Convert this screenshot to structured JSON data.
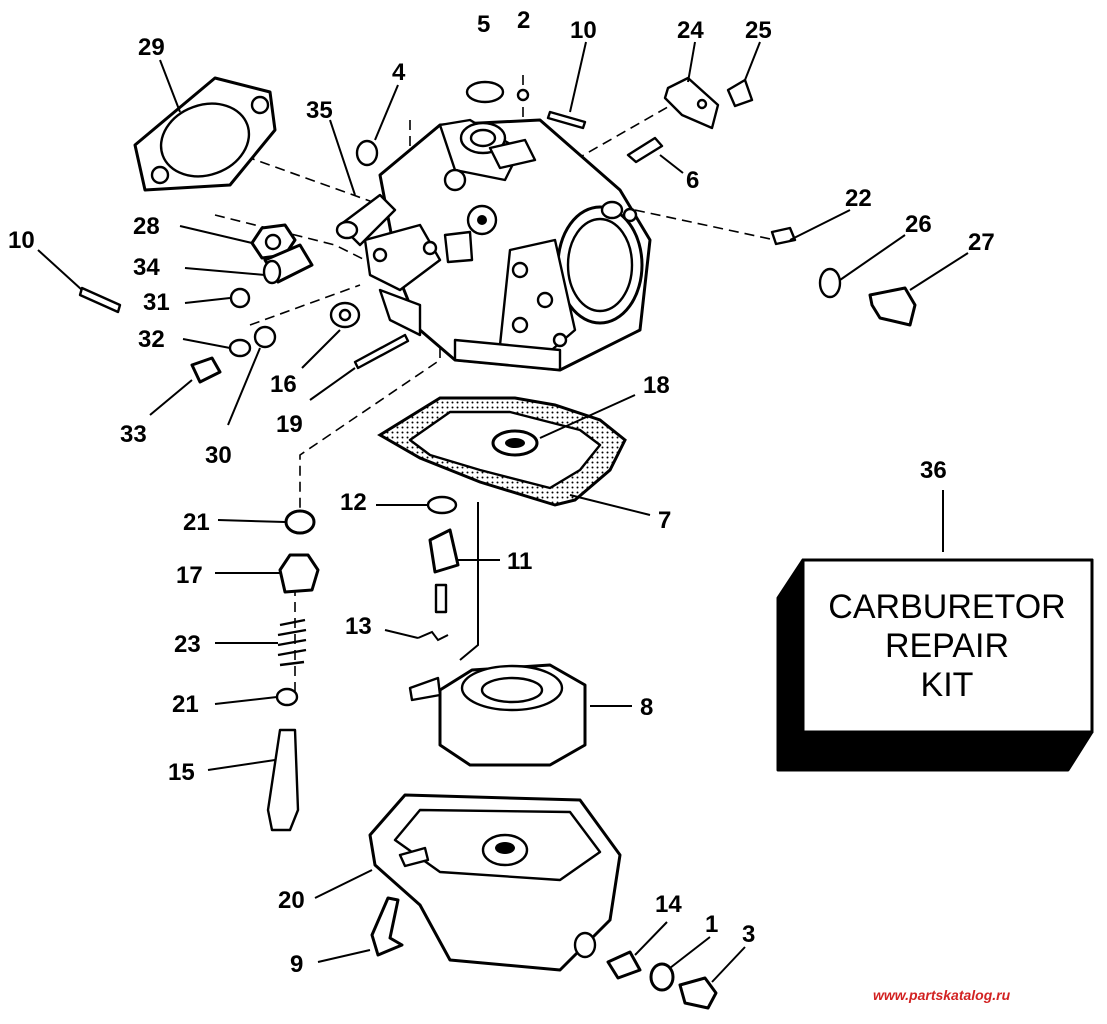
{
  "diagram": {
    "callouts": [
      "29",
      "35",
      "4",
      "5",
      "2",
      "10",
      "24",
      "25",
      "6",
      "22",
      "26",
      "27",
      "28",
      "34",
      "10",
      "31",
      "32",
      "33",
      "30",
      "16",
      "19",
      "18",
      "7",
      "36",
      "21",
      "12",
      "11",
      "17",
      "13",
      "23",
      "21",
      "8",
      "15",
      "20",
      "9",
      "14",
      "1",
      "3"
    ],
    "kit_box": {
      "lines": [
        "CARBURETOR",
        "REPAIR",
        "KIT"
      ]
    },
    "watermark": "www.partskatalog.ru",
    "colors": {
      "ink": "#000000",
      "paper": "#ffffff",
      "watermark": "#d22222"
    }
  }
}
